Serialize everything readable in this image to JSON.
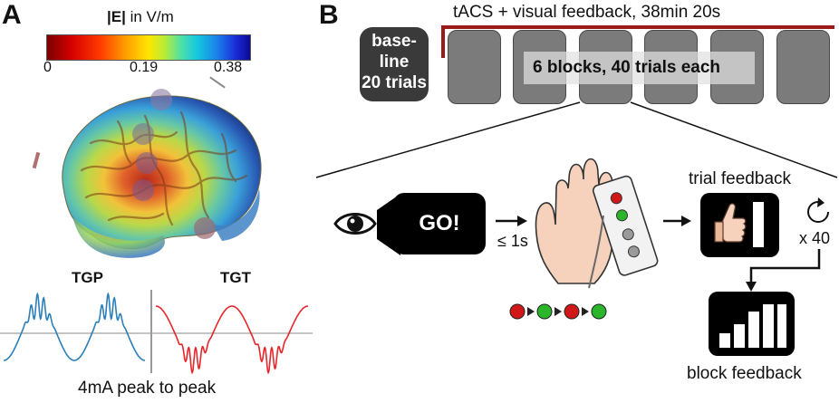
{
  "panel_a": {
    "letter": "A",
    "colorbar": {
      "title_symbol": "|E|",
      "title_unit": " in V/m",
      "ticks": [
        "0",
        "0.19",
        "0.38"
      ]
    },
    "waves": {
      "tgp_label": "TGP",
      "tgt_label": "TGT",
      "tgp_color": "#2c7fb8",
      "tgt_color": "#e8252a",
      "caption": "4mA peak to peak"
    }
  },
  "panel_b": {
    "letter": "B",
    "stimulation_label": "tACS + visual feedback, 38min 20s",
    "baseline": {
      "line1": "base-",
      "line2": "line",
      "line3": "20 trials"
    },
    "blocks_label": "6 blocks, 40 trials each",
    "go_label": "GO!",
    "timing_label": "≤ 1s",
    "trial_feedback_label": "trial feedback",
    "repeat_label": "x 40",
    "block_feedback_label": "block feedback",
    "sequence_colors": [
      "#d01818",
      "#2ab52a",
      "#d01818",
      "#2ab52a"
    ],
    "accent_color": "#9b1b1b"
  }
}
